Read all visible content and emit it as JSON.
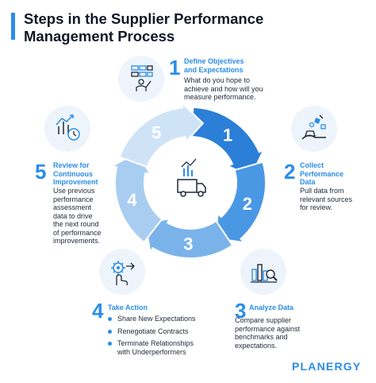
{
  "title": {
    "line1": "Steps in the Supplier Performance",
    "line2": "Management Process"
  },
  "steps": [
    {
      "number": "1",
      "heading": [
        "Define Objectives",
        "and Expectations"
      ],
      "body": [
        "What do you hope to",
        "achieve and how will you",
        "measure performance."
      ]
    },
    {
      "number": "2",
      "heading": [
        "Collect",
        "Performance",
        "Data"
      ],
      "body": [
        "Pull data from",
        "relevant sources",
        "for review."
      ]
    },
    {
      "number": "3",
      "heading": [
        "Analyze Data"
      ],
      "body": [
        "Compare supplier",
        "performance against",
        "benchmarks and",
        "expectations."
      ]
    },
    {
      "number": "4",
      "heading": [
        "Take Action"
      ],
      "bullets": [
        "Share New Expectations",
        "Renegotiate Contracts",
        "Terminate Relationships",
        "with Underperformers"
      ]
    },
    {
      "number": "5",
      "heading": [
        "Review for",
        "Continuous",
        "Improvement"
      ],
      "body": [
        "Use previous",
        "performance",
        "assessment",
        "data to drive",
        "the next round",
        "of performance",
        "improvements."
      ]
    }
  ],
  "cycle_labels": [
    "1",
    "2",
    "3",
    "4",
    "5"
  ],
  "brand": "PLANERGY",
  "icons": {
    "step1": "objectives-board-icon",
    "step2": "data-collection-icon",
    "step3": "analysis-chart-icon",
    "step4": "action-gear-icon",
    "step5": "improvement-clock-icon",
    "center": "delivery-truck-chart-icon"
  },
  "colors": {
    "accent": "#2a8de8",
    "arrow_dark": "#2b7fd6",
    "arrow_mid": "#4a98e4",
    "arrow_light": "#7ab3ea",
    "arrow_pale": "#a9cdf1",
    "arrow_faint": "#cfe3f7",
    "icon_bg": "#eef4fb"
  }
}
